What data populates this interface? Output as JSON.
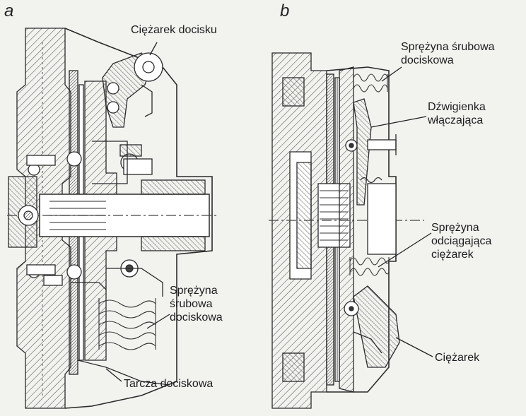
{
  "panels": [
    {
      "letter": "a",
      "labels": {
        "weight": "Ciężarek docisku",
        "spring_line1": "Sprężyna",
        "spring_line2": "śrubowa",
        "spring_line3": "dociskowa",
        "plate": "Tarcza dociskowa"
      }
    },
    {
      "letter": "b",
      "labels": {
        "spring_line1": "Sprężyna śrubowa",
        "spring_line2": "dociskowa",
        "lever_line1": "Dźwigienka",
        "lever_line2": "włączająca",
        "return_spring_line1": "Sprężyna",
        "return_spring_line2": "odciągająca",
        "return_spring_line3": "ciężarek",
        "weight": "Ciężarek"
      }
    }
  ],
  "colors": {
    "background": "#f2f2ef",
    "line": "#2a2a2a",
    "hatch": "#6a6a6a",
    "fill": "#ffffff"
  }
}
